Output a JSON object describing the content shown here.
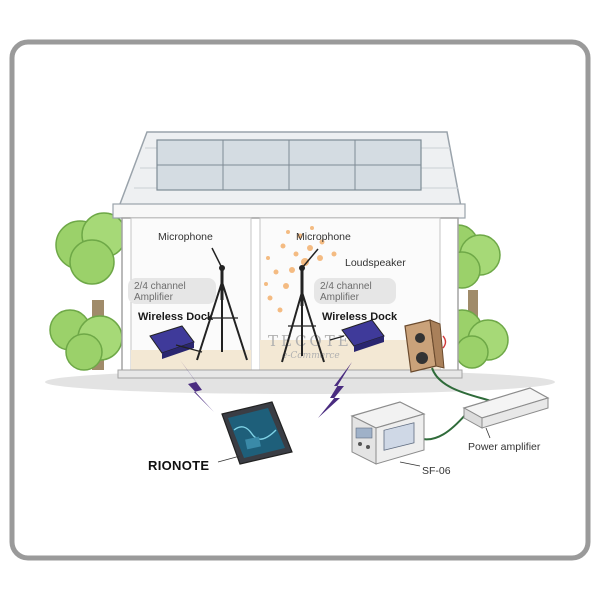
{
  "labels": {
    "microphone_left": "Microphone",
    "microphone_right": "Microphone",
    "loudspeaker": "Loudspeaker",
    "amplifier_left_line1": "2/4 channel",
    "amplifier_left_line2": "Amplifier",
    "amplifier_right_line1": "2/4 channel",
    "amplifier_right_line2": "Amplifier",
    "wireless_dock_left": "Wireless Dock",
    "wireless_dock_right": "Wireless Dock",
    "rionote": "RIONOTE",
    "sf06": "SF-06",
    "power_amplifier": "Power amplifier"
  },
  "watermark": {
    "line1": "TECOTEC",
    "line2": "e-Commerce"
  },
  "colors": {
    "frame": "#9a9a9a",
    "dock": "#3f3a9a",
    "lightning": "#4a2c80",
    "cable": "#2f6b3a",
    "tree": "#9bd16a",
    "watermark_sun": "#f2a65a"
  }
}
